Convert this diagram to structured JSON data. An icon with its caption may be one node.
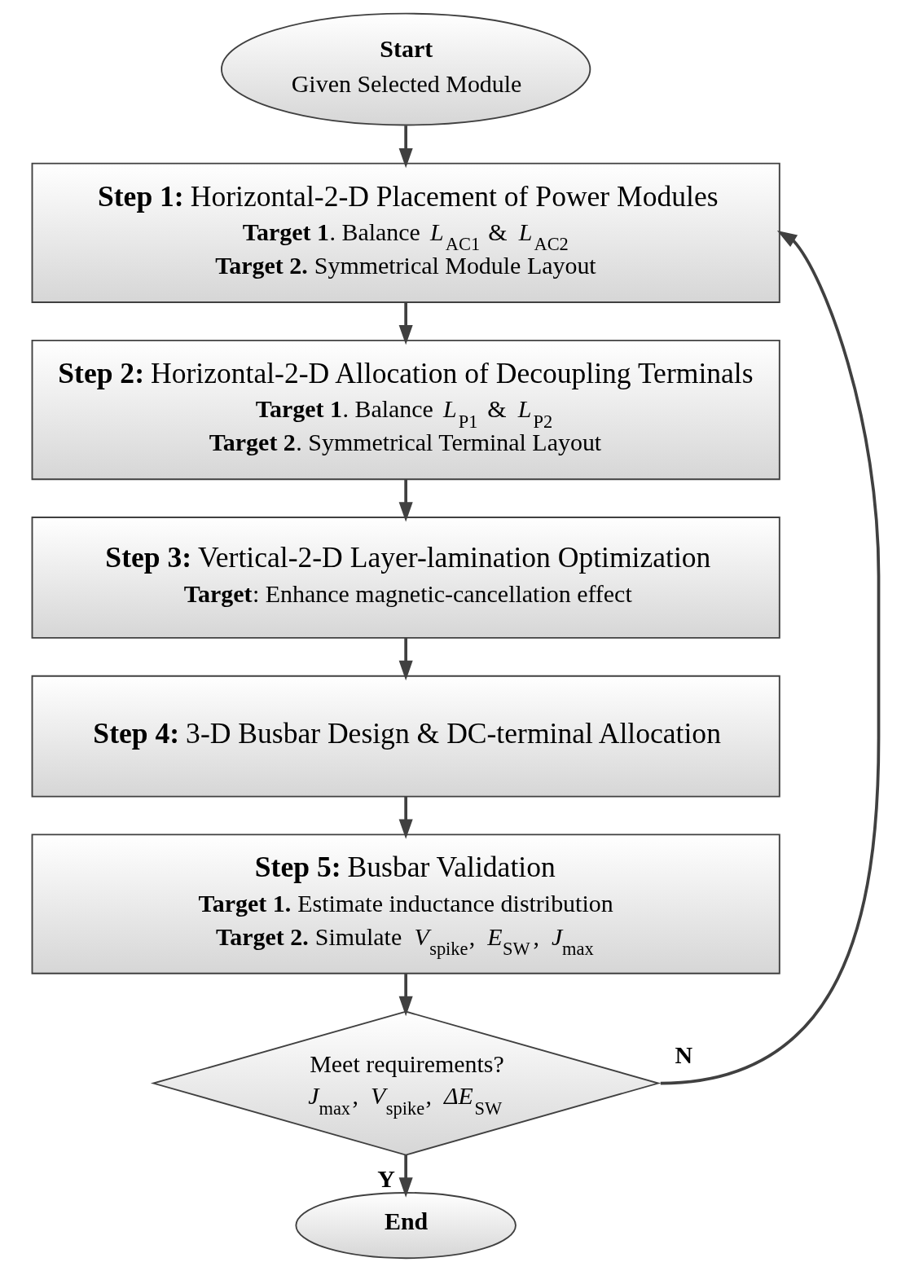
{
  "diagram": {
    "nodes": [
      {
        "text": [
          "Start",
          "Given Selected Module"
        ]
      },
      {
        "text": [
          "**Step 1:** Horizontal-2-D Placement of Power Modules",
          "**Target 1**. Balance *L*$_{AC1}$ & *L*$_{AC2}$",
          "**Target 2.** Symmetrical Module Layout"
        ]
      },
      {
        "text": [
          "**Step 2:** Horizontal-2-D Allocation of Decoupling Terminals",
          "**Target 1**. Balance *L*$_{P1}$ & *L*$_{P2}$",
          "**Target 2**. Symmetrical Terminal Layout"
        ]
      },
      {
        "text": [
          "**Step 3:** Vertical-2-D Layer-lamination Optimization",
          "**Target**: Enhance magnetic-cancellation effect"
        ]
      },
      {
        "text": [
          "**Step 4:** 3-D Busbar Design & DC-terminal Allocation"
        ]
      },
      {
        "text": [
          "**Step 5:** Busbar Validation",
          "**Target 1.** Estimate inductance distribution",
          "**Target 2.** Simulate *V*$_{spike}$, *E*$_{SW}$, *J*$_{max}$"
        ]
      },
      {
        "text": [
          "Meet requirements?",
          "*J*$_{max}$, *V*$_{spike}$, *ΔE*$_{SW}$"
        ]
      },
      {
        "text": [
          "End"
        ]
      }
    ],
    "edges": [
      {
        "from": 0,
        "to": 1,
        "arrow": "to"
      },
      {
        "from": 1,
        "to": 2,
        "arrow": "to"
      },
      {
        "from": 2,
        "to": 3,
        "arrow": "to"
      },
      {
        "from": 3,
        "to": 4,
        "arrow": "to"
      },
      {
        "from": 4,
        "to": 5,
        "arrow": "to"
      },
      {
        "from": 5,
        "to": 6,
        "arrow": "to"
      },
      {
        "from": 6,
        "to": 1,
        "arrow": "to",
        "label": "N"
      },
      {
        "from": 6,
        "to": 7,
        "arrow": "to",
        "label": "Y"
      }
    ]
  }
}
